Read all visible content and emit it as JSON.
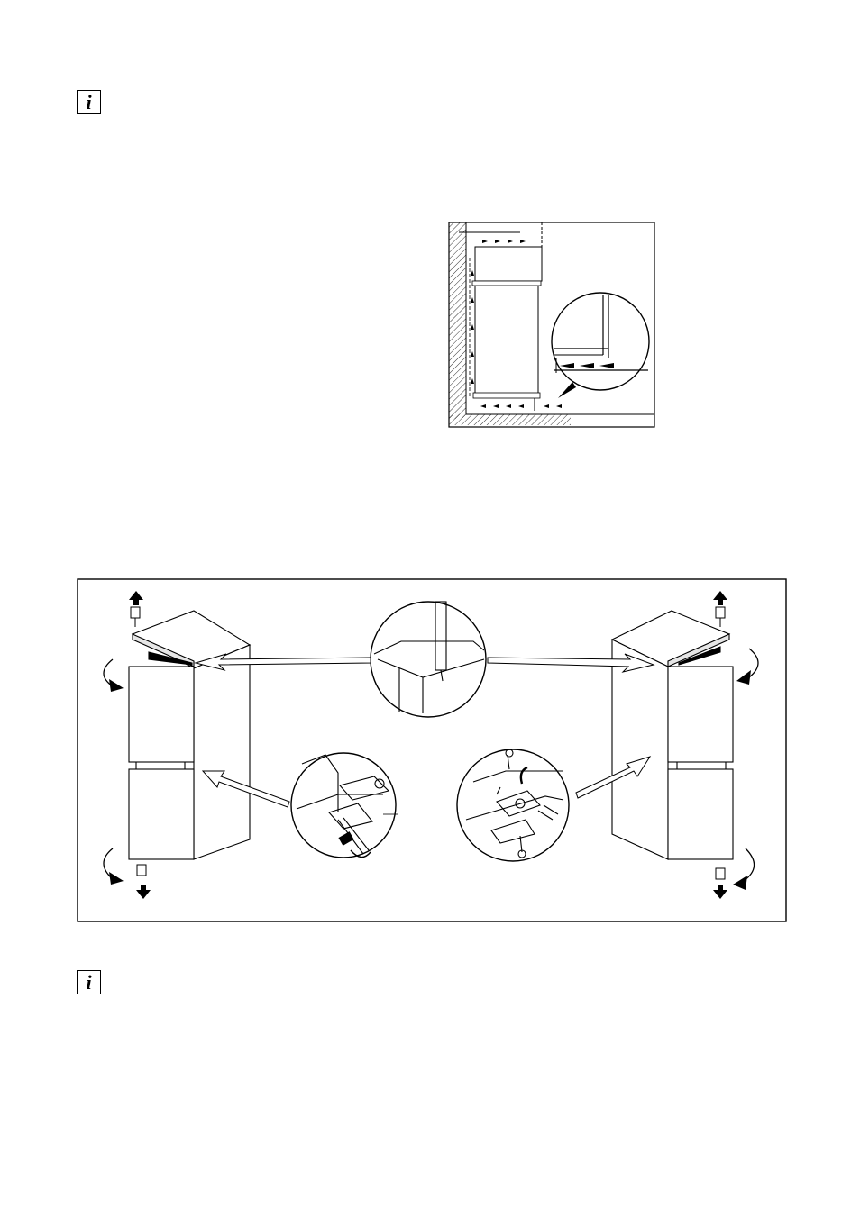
{
  "notes": [
    {
      "icon": "info-icon",
      "glyph": "i"
    },
    {
      "icon": "info-icon",
      "glyph": "i"
    }
  ],
  "figures": [
    {
      "name": "ventilation-diagram",
      "icon": "appliance-ventilation-airflow-illustration"
    },
    {
      "name": "door-reversal-diagram",
      "icon": "door-hinge-reversal-illustration"
    }
  ]
}
